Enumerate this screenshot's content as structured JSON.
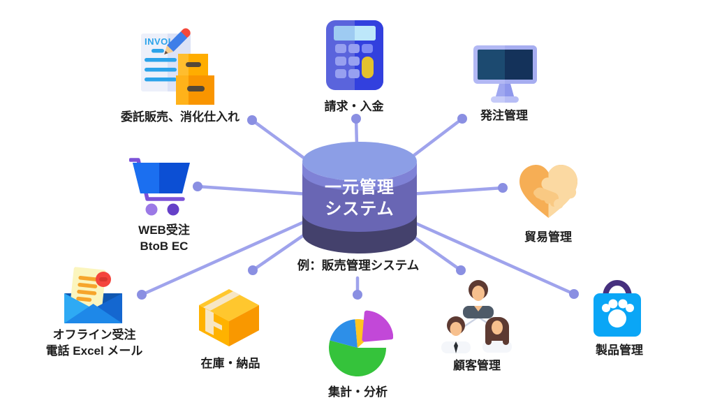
{
  "diagram": {
    "center": {
      "title_line1": "一元管理",
      "title_line2": "システム",
      "caption": "例：販売管理システム"
    },
    "nodes": [
      {
        "id": "consignment",
        "label": "委託販売、消化仕入れ",
        "icon": "invoice-boxes-icon",
        "icon_text": "INVOI"
      },
      {
        "id": "billing",
        "label": "請求・入金",
        "icon": "calculator-icon"
      },
      {
        "id": "ordering",
        "label": "発注管理",
        "icon": "monitor-icon"
      },
      {
        "id": "web-orders",
        "label": "WEB受注",
        "label2": "BtoB EC",
        "icon": "shopping-cart-icon"
      },
      {
        "id": "trade",
        "label": "貿易管理",
        "icon": "handshake-heart-icon"
      },
      {
        "id": "offline-orders",
        "label": "オフライン受注",
        "label2": "電話 Excel メール",
        "icon": "email-icon"
      },
      {
        "id": "inventory",
        "label": "在庫・納品",
        "icon": "package-box-icon"
      },
      {
        "id": "analytics",
        "label": "集計・分析",
        "icon": "pie-chart-icon"
      },
      {
        "id": "customers",
        "label": "顧客管理",
        "icon": "people-icon"
      },
      {
        "id": "products",
        "label": "製品管理",
        "icon": "shopping-bag-icon"
      }
    ],
    "colors": {
      "spoke_line": "#9FA3EC",
      "spoke_dot": "#8A8FE2",
      "cylinder_top": "#8C9EE6",
      "cylinder_band1": "#7F82D6",
      "cylinder_band2": "#6966B4",
      "cylinder_band3": "#44416C",
      "center_text": "#FFFFFF",
      "label_text": "#1E1E1E"
    }
  }
}
